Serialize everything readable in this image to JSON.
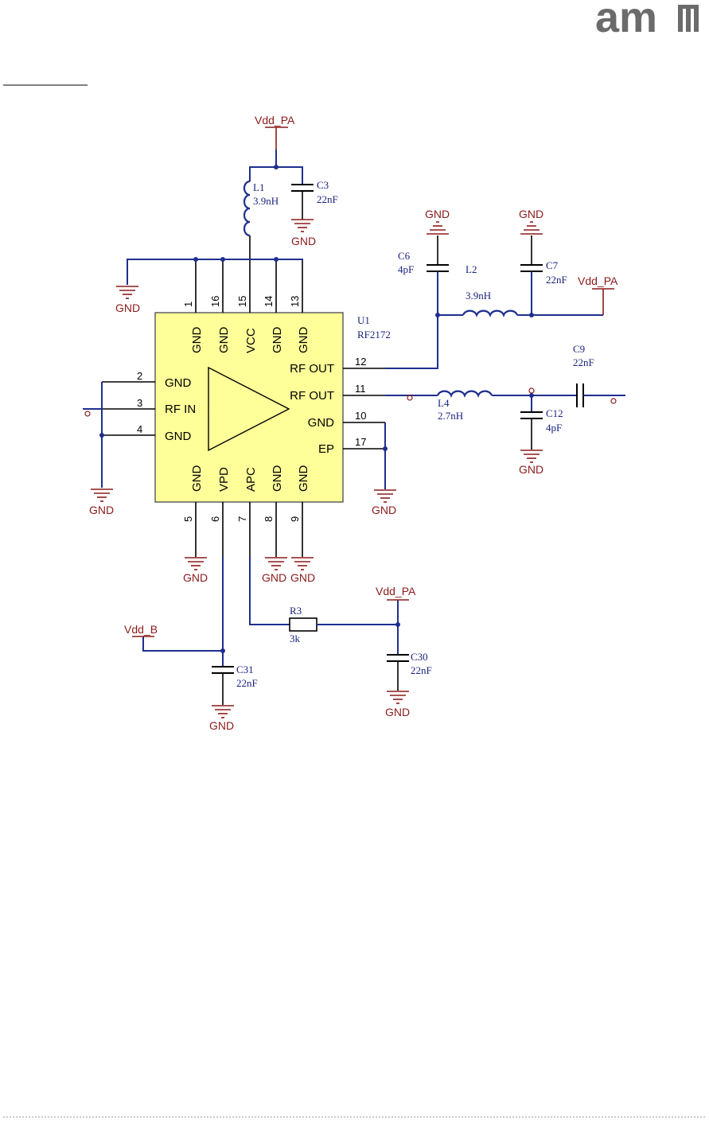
{
  "logo": {
    "text": "am",
    "color": "#6b6b6b"
  },
  "header_rule": true,
  "chip": {
    "ref": "U1",
    "part": "RF2172",
    "fill": "#ffff99",
    "pins": {
      "p1": {
        "num": "1",
        "name": "GND"
      },
      "p16": {
        "num": "16",
        "name": "GND"
      },
      "p15": {
        "num": "15",
        "name": "VCC"
      },
      "p14": {
        "num": "14",
        "name": "GND"
      },
      "p13": {
        "num": "13",
        "name": "GND"
      },
      "p2": {
        "num": "2",
        "name": "GND"
      },
      "p3": {
        "num": "3",
        "name": "RF IN"
      },
      "p4": {
        "num": "4",
        "name": "GND"
      },
      "p12": {
        "num": "12",
        "name": "RF OUT"
      },
      "p11": {
        "num": "11",
        "name": "RF OUT"
      },
      "p10": {
        "num": "10",
        "name": "GND"
      },
      "p17": {
        "num": "17",
        "name": "EP"
      },
      "p5": {
        "num": "5",
        "name": "GND"
      },
      "p6": {
        "num": "6",
        "name": "VPD"
      },
      "p7": {
        "num": "7",
        "name": "APC"
      },
      "p8": {
        "num": "8",
        "name": "GND"
      },
      "p9": {
        "num": "9",
        "name": "GND"
      }
    }
  },
  "components": {
    "L1": {
      "ref": "L1",
      "value": "3.9nH"
    },
    "C3": {
      "ref": "C3",
      "value": "22nF"
    },
    "C6": {
      "ref": "C6",
      "value": "4pF"
    },
    "L2": {
      "ref": "L2",
      "value": "3.9nH"
    },
    "C7": {
      "ref": "C7",
      "value": "22nF"
    },
    "C9": {
      "ref": "C9",
      "value": "22nF"
    },
    "L4": {
      "ref": "L4",
      "value": "2.7nH"
    },
    "C12": {
      "ref": "C12",
      "value": "4pF"
    },
    "R3": {
      "ref": "R3",
      "value": "3k"
    },
    "C30": {
      "ref": "C30",
      "value": "22nF"
    },
    "C31": {
      "ref": "C31",
      "value": "22nF"
    }
  },
  "nets": {
    "vdd_pa": "Vdd_PA",
    "vdd_b": "Vdd_B",
    "gnd": "GND"
  },
  "colors": {
    "wire": "#1f2f8f",
    "power": "#8b1a1a",
    "chip_body": "#ffff99"
  }
}
